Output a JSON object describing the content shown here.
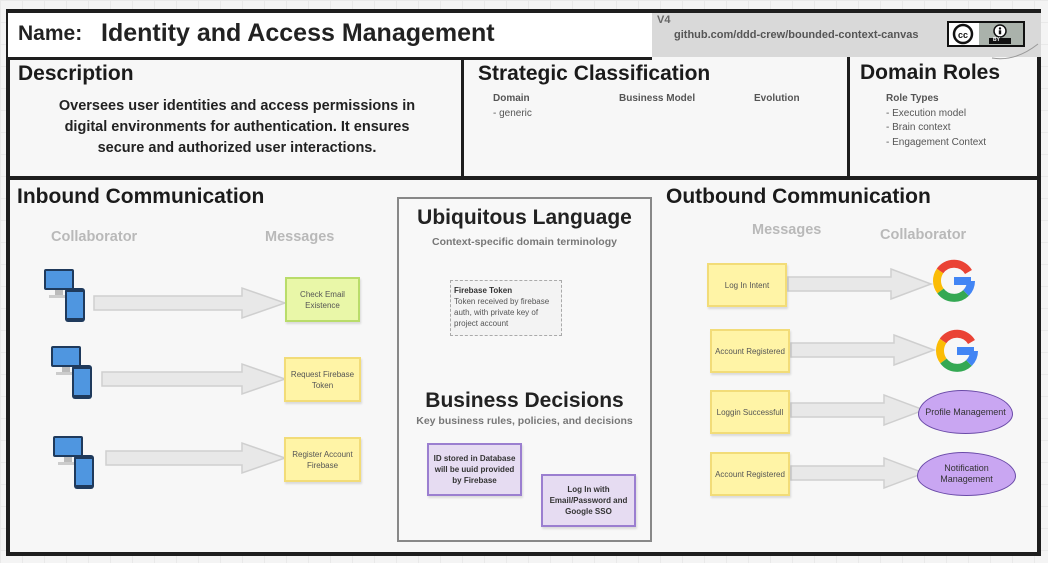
{
  "name": {
    "label": "Name:",
    "value": "Identity and Access Management"
  },
  "version": "V4",
  "github": "github.com/ddd-crew/bounded-context-canvas",
  "license": {
    "icon": "cc-by-icon",
    "text": "BY"
  },
  "description": {
    "title": "Description",
    "text": "Oversees user identities and access permissions in digital environments for authentication. It ensures secure and authorized user interactions."
  },
  "strategic": {
    "title": "Strategic Classification",
    "domain_label": "Domain",
    "domain_value": "- generic",
    "business_model_label": "Business Model",
    "evolution_label": "Evolution"
  },
  "roles": {
    "title": "Domain Roles",
    "label": "Role Types",
    "items": [
      "- Execution model",
      "- Brain context",
      "- Engagement Context"
    ]
  },
  "inbound": {
    "title": "Inbound Communication",
    "collaborator_label": "Collaborator",
    "messages_label": "Messages",
    "messages": [
      "Check Email Existence",
      "Request Firebase Token",
      "Register Account Firebase"
    ]
  },
  "ubiquitous": {
    "title": "Ubiquitous Language",
    "subtitle": "Context-specific domain terminology",
    "term_title": "Firebase Token",
    "term_text": "Token received by firebase auth, with private key of project account"
  },
  "decisions": {
    "title": "Business Decisions",
    "subtitle": "Key business rules, policies, and decisions",
    "items": [
      "ID stored in Database will be uuid provided by Firebase",
      "Log In with Email/Password and Google SSO"
    ]
  },
  "outbound": {
    "title": "Outbound Communication",
    "messages_label": "Messages",
    "collaborator_label": "Collaborator",
    "messages": [
      "Log In Intent",
      "Account Registered",
      "Loggin Successfull",
      "Account Registered"
    ],
    "collaborators": [
      "Profile Management",
      "Notification Management"
    ]
  },
  "colors": {
    "frame": "#1e1e1e",
    "yellow_sticky": "#fff4a6",
    "green_sticky": "#e9f7a8",
    "purple_sticky": "#e6dcf2",
    "cloud": "#c9a6f2",
    "arrow": "#e6e6e6"
  }
}
